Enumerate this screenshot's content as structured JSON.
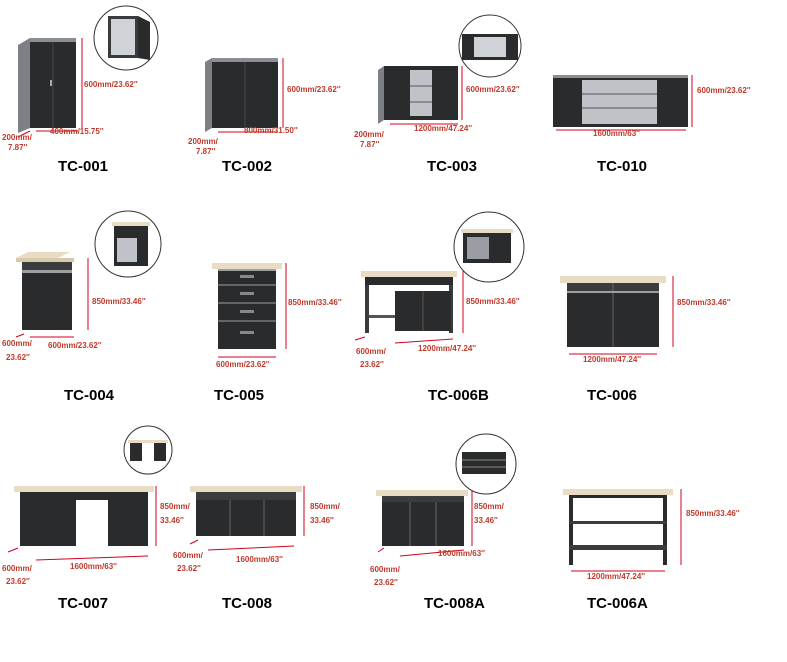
{
  "products": [
    {
      "code": "TC-001",
      "dims": [
        "600mm/23.62''",
        "200mm/",
        "7.87''",
        "400mm/15.75''"
      ]
    },
    {
      "code": "TC-002",
      "dims": [
        "600mm/23.62''",
        "200mm/",
        "7.87''",
        "800mm/31.50''"
      ]
    },
    {
      "code": "TC-003",
      "dims": [
        "600mm/23.62''",
        "200mm/",
        "7.87''",
        "1200mm/47.24''"
      ]
    },
    {
      "code": "TC-010",
      "dims": [
        "600mm/23.62''",
        "1600mm/63''"
      ]
    },
    {
      "code": "TC-004",
      "dims": [
        "850mm/33.46''",
        "600mm/",
        "23.62''",
        "600mm/23.62''"
      ]
    },
    {
      "code": "TC-005",
      "dims": [
        "850mm/33.46''",
        "600mm/23.62''"
      ]
    },
    {
      "code": "TC-006B",
      "dims": [
        "850mm/33.46''",
        "600mm/",
        "23.62''",
        "1200mm/47.24''"
      ]
    },
    {
      "code": "TC-006",
      "dims": [
        "850mm/33.46''",
        "1200mm/47.24''"
      ]
    },
    {
      "code": "TC-007",
      "dims": [
        "850mm/",
        "33.46''",
        "600mm/",
        "23.62''",
        "1600mm/63''"
      ]
    },
    {
      "code": "TC-008",
      "dims": [
        "850mm/",
        "33.46''",
        "600mm/",
        "23.62''",
        "1600mm/63''"
      ]
    },
    {
      "code": "TC-008A",
      "dims": [
        "850mm/",
        "33.46''",
        "600mm/",
        "23.62''",
        "1600mm/63''"
      ]
    },
    {
      "code": "TC-006A",
      "dims": [
        "850mm/33.46''",
        "1200mm/47.24''"
      ]
    }
  ],
  "colors": {
    "cabinet": "#2a2b2d",
    "frame": "#9a9ea3",
    "top": "#e8dcc4",
    "dimension": "#d0021b"
  }
}
